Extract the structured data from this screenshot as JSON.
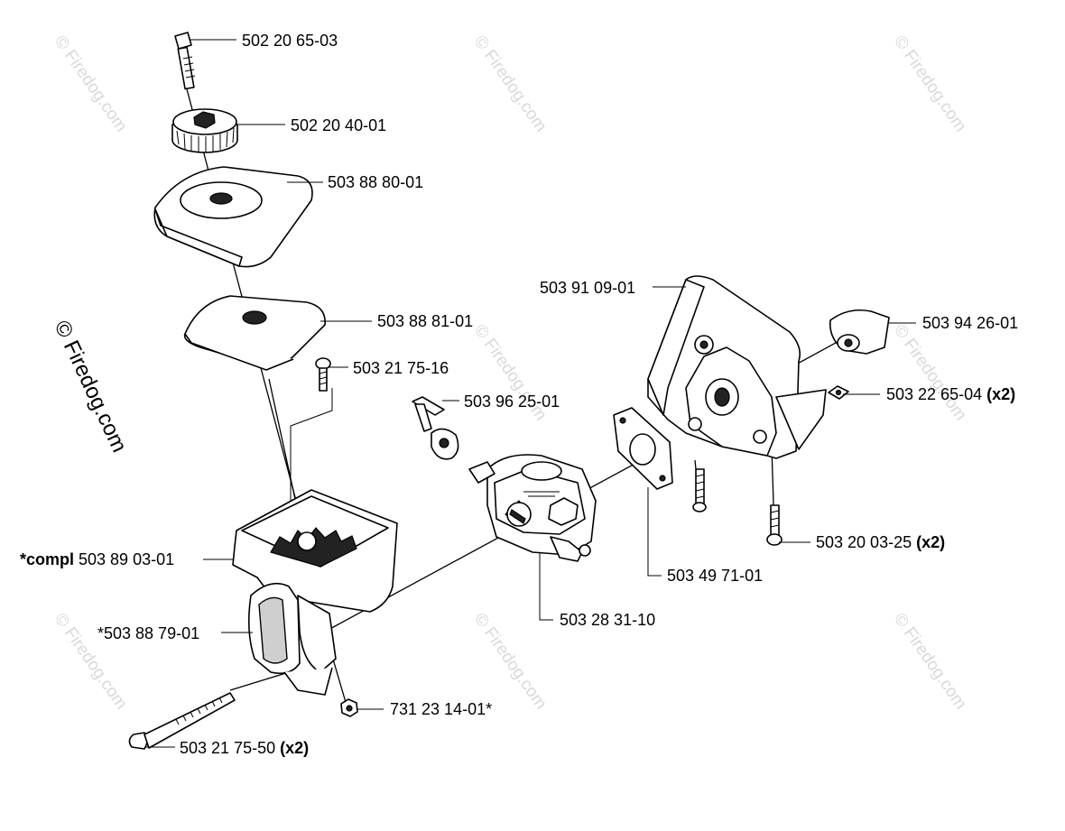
{
  "watermark": {
    "text": "© Firedog.com",
    "side_text": "© Firedog.com"
  },
  "labels": [
    {
      "id": "p1",
      "text": "502 20 65-03"
    },
    {
      "id": "p2",
      "text": "502 20 40-01"
    },
    {
      "id": "p3",
      "text": "503 88 80-01"
    },
    {
      "id": "p4",
      "text": "503 88 81-01"
    },
    {
      "id": "p5",
      "text": "503 21 75-16"
    },
    {
      "id": "p6",
      "text": "503 96 25-01"
    },
    {
      "id": "p7_prefix",
      "text": "*compl"
    },
    {
      "id": "p7",
      "text": " 503 89 03-01"
    },
    {
      "id": "p8",
      "text": "*503 88 79-01"
    },
    {
      "id": "p9",
      "text": "503 21 75-50"
    },
    {
      "id": "p9_qty",
      "text": " (x2)"
    },
    {
      "id": "p10",
      "text": "731 23 14-01*"
    },
    {
      "id": "p11",
      "text": "503 28 31-10"
    },
    {
      "id": "p12",
      "text": "503 49 71-01"
    },
    {
      "id": "p13",
      "text": "503 20 03-25"
    },
    {
      "id": "p13_qty",
      "text": " (x2)"
    },
    {
      "id": "p14",
      "text": "503 22 65-04"
    },
    {
      "id": "p14_qty",
      "text": " (x2)"
    },
    {
      "id": "p15",
      "text": "503 94 26-01"
    },
    {
      "id": "p16",
      "text": "503 91 09-01"
    }
  ]
}
